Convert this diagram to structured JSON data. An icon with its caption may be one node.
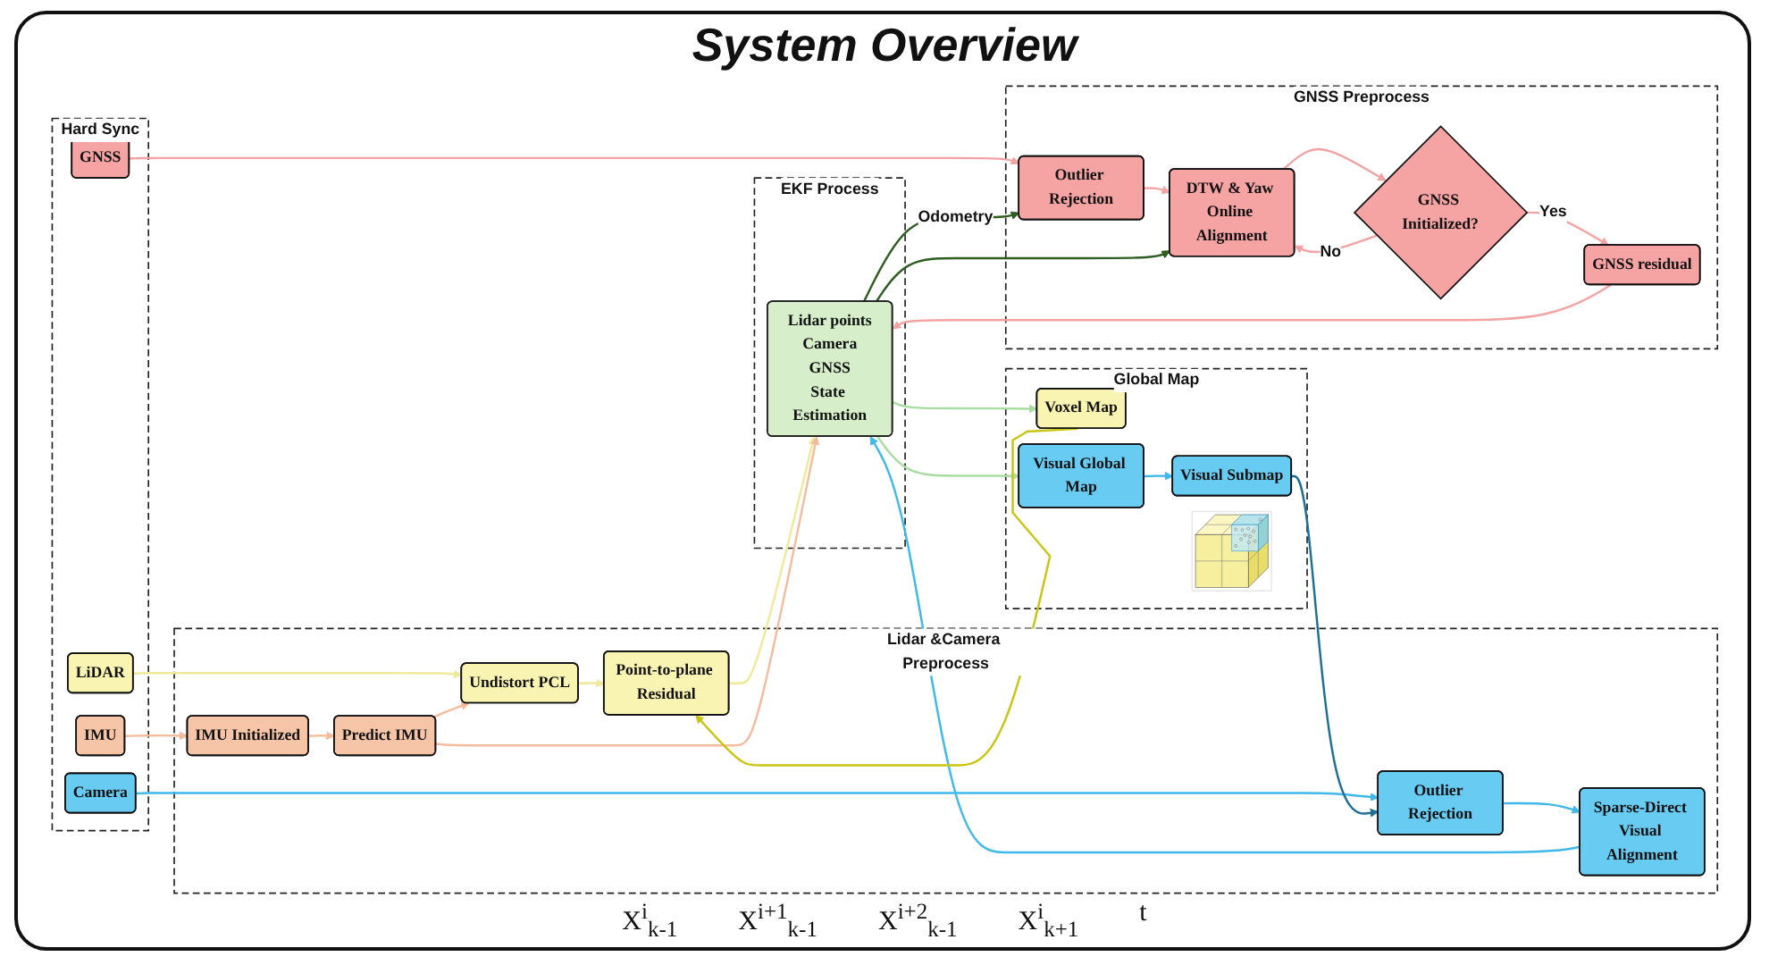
{
  "diagram": {
    "title": "System Overview",
    "nodes": [
      {
        "text": [
          "Hard Sync"
        ]
      },
      {
        "text": [
          "LiDAR"
        ],
        "in": 0
      },
      {
        "text": [
          "IMU"
        ],
        "in": 0
      },
      {
        "text": [
          "Camera"
        ],
        "in": 0
      },
      {
        "text": [
          "GNSS"
        ],
        "in": 0
      },
      {
        "text": [
          "Lidar &Camera Preprocess"
        ]
      },
      {
        "text": [
          "Undistort PCL"
        ],
        "in": 5
      },
      {
        "text": [
          "Point-to-plane Residual"
        ],
        "in": 5
      },
      {
        "text": [
          "IMU Initialized"
        ],
        "in": 5
      },
      {
        "text": [
          "Predict IMU"
        ],
        "in": 5
      },
      {
        "text": [
          "Outlier Rejection"
        ],
        "in": 5
      },
      {
        "text": [
          "Sparse-Direct Visual Alignment"
        ],
        "in": 5
      },
      {
        "text": [
          "EKF Process"
        ]
      },
      {
        "text": [
          "Lidar points",
          "Camera",
          "GNSS",
          "State Estimation"
        ],
        "in": 12
      },
      {
        "text": [
          "Global Map"
        ]
      },
      {
        "text": [
          "Voxel Map"
        ],
        "in": 14
      },
      {
        "text": [
          "Visual Global Map"
        ],
        "in": 14
      },
      {
        "text": [
          "Visual Submap"
        ],
        "in": 14
      },
      {
        "text": [],
        "shape": "picture",
        "in": 14
      },
      {
        "text": [
          "GNSS Preprocess"
        ]
      },
      {
        "text": [
          "Outlier Rejection"
        ],
        "in": 19
      },
      {
        "text": [
          "DTW & Yaw Online Alignment"
        ],
        "in": 19
      },
      {
        "text": [
          "GNSS Initialized?"
        ],
        "in": 19
      },
      {
        "text": [
          "GNSS residual"
        ],
        "in": 19
      }
    ],
    "edges": [
      {
        "from": 1,
        "to": 6,
        "arrow": "to",
        "color": "#f0e99a"
      },
      {
        "from": 6,
        "to": 7,
        "arrow": "to",
        "color": "#f0e99a"
      },
      {
        "from": 7,
        "to": 13,
        "arrow": "to",
        "color": "#f0e99a"
      },
      {
        "from": 2,
        "to": 8,
        "arrow": "to",
        "color": "#f4bb9c"
      },
      {
        "from": 8,
        "to": 9,
        "arrow": "to",
        "color": "#f4bb9c"
      },
      {
        "from": 9,
        "to": 6,
        "arrow": "to",
        "color": "#f4bb9c"
      },
      {
        "from": 9,
        "to": 13,
        "arrow": "to",
        "color": "#f4bb9c"
      },
      {
        "from": 3,
        "to": 10,
        "arrow": "to",
        "color": "#3fb8ea"
      },
      {
        "from": 10,
        "to": 11,
        "arrow": "to",
        "color": "#3fb8ea"
      },
      {
        "from": 11,
        "to": 13,
        "arrow": "to",
        "color": "#3fb8ea"
      },
      {
        "from": 4,
        "to": 20,
        "arrow": "to",
        "color": "#f4a3a3"
      },
      {
        "from": 20,
        "to": 21,
        "arrow": "to",
        "color": "#f4a3a3"
      },
      {
        "from": 21,
        "to": 22,
        "arrow": "to",
        "color": "#f4a3a3"
      },
      {
        "from": 22,
        "to": 23,
        "label": "Yes",
        "arrow": "to",
        "color": "#f4a3a3"
      },
      {
        "from": 22,
        "to": 21,
        "label": "No",
        "arrow": "to",
        "color": "#f4a3a3"
      },
      {
        "from": 23,
        "to": 13,
        "arrow": "to",
        "color": "#f4a3a3"
      },
      {
        "from": 13,
        "to": 15,
        "arrow": "to",
        "color": "#a9dca0"
      },
      {
        "from": 13,
        "to": 16,
        "arrow": "to",
        "color": "#a9dca0"
      },
      {
        "from": 16,
        "to": 17,
        "arrow": "to",
        "color": "#3fb8ea"
      },
      {
        "from": 17,
        "to": 10,
        "arrow": "to",
        "color": "#1d6f96"
      },
      {
        "from": 15,
        "to": 7,
        "arrow": "to",
        "color": "#c9c512"
      },
      {
        "from": 13,
        "to": 20,
        "label": "Odometry",
        "arrow": "to",
        "color": "#2e5e1f"
      },
      {
        "from": 13,
        "to": 21,
        "arrow": "to",
        "color": "#2e5e1f"
      }
    ],
    "labels": [
      "X$^{i}$$_{k-1}$",
      "X$^{i+1}$$_{k-1}$",
      "X$^{i+2}$$_{k-1}$",
      "X$^{i}$$_{k+1}$",
      "t"
    ]
  }
}
